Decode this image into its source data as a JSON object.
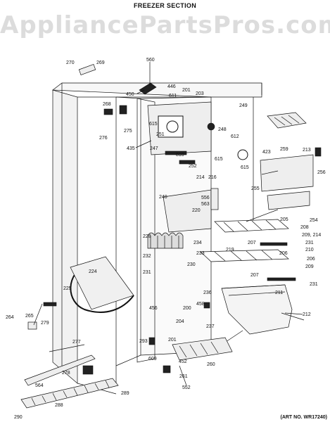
{
  "header": {
    "title": "FREEZER SECTION"
  },
  "watermark": "AppliancePartsPros.com",
  "footer": {
    "art_no": "(ART NO. WR17240)"
  },
  "parts": {
    "p270": "270",
    "p269": "269",
    "p560": "560",
    "p446": "446",
    "p450": "450",
    "p611": "611",
    "p201": "201",
    "p203": "203",
    "p268": "268",
    "p249": "249",
    "p615a": "615",
    "p251": "251",
    "p275": "275",
    "p276": "276",
    "p248": "248",
    "p612": "612",
    "p435": "435",
    "p247": "247",
    "p213": "213",
    "p259": "259",
    "p423": "423",
    "p810": "810",
    "p615b": "615",
    "p615c": "615",
    "p252": "252",
    "p256": "256",
    "p214": "214",
    "p216": "216",
    "p255": "255",
    "p240": "240",
    "p556": "556",
    "p563": "563",
    "p220": "220",
    "p254": "254",
    "p205": "205",
    "p208": "208",
    "p209_214": "209, 214",
    "p228": "228",
    "p231a": "231",
    "p207a": "207",
    "p234": "234",
    "p219": "219",
    "p210": "210",
    "p233": "233",
    "p206a": "206",
    "p232": "232",
    "p206b": "206",
    "p230": "230",
    "p224": "224",
    "p209": "209",
    "p231b": "231",
    "p207b": "207",
    "p231c": "231",
    "p225": "225",
    "p236": "236",
    "p211": "211",
    "p456": "456",
    "p200": "200",
    "p458": "458",
    "p212": "212",
    "p264": "264",
    "p265": "265",
    "p204": "204",
    "p279": "279",
    "p237": "237",
    "p201b": "201",
    "p293": "293",
    "p277": "277",
    "p609": "609",
    "p452": "452",
    "p260": "260",
    "p261": "261",
    "p278": "278",
    "p552": "552",
    "p564": "564",
    "p289": "289",
    "p290": "290",
    "p288": "288"
  }
}
